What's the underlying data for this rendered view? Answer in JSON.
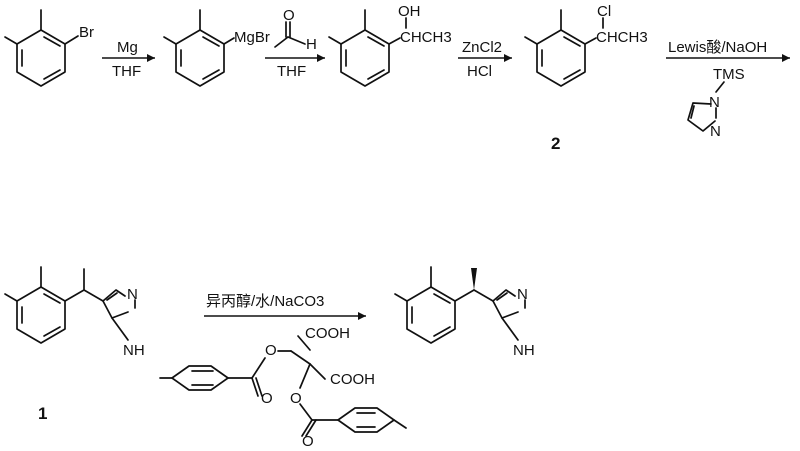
{
  "row1": {
    "bromide": {
      "br_label": "Br"
    },
    "step1": {
      "reagent_above": "Mg",
      "reagent_below": "THF"
    },
    "grignard": {
      "mgbr_label": "MgBr"
    },
    "step2": {
      "carbonyl_o": "O",
      "aldehyde_h": "H",
      "reagent_below": "THF"
    },
    "alcohol": {
      "oh_label": "OH",
      "chain_label": "CHCH3"
    },
    "step3": {
      "reagent_above": "ZnCl2",
      "reagent_below": "HCl"
    },
    "chloride": {
      "cl_label": "Cl",
      "chain_label": "CHCH3",
      "compound_number": "2"
    },
    "step4": {
      "reagent_above": "Lewis酸/NaOH",
      "tms_label": "TMS",
      "imidazole_n1": "N",
      "imidazole_n3": "N"
    }
  },
  "row2": {
    "racemate": {
      "n_label": "N",
      "nh_label": "NH",
      "compound_number": "1"
    },
    "resolution": {
      "reagent_above": "异丙醇/水/NaCO3",
      "acid_cooh_top": "COOH",
      "acid_cooh_bottom": "COOH",
      "ester_o_1": "O",
      "ester_o_2": "O",
      "carbonyl_o_1": "O",
      "carbonyl_o_2": "O"
    },
    "product": {
      "n_label": "N",
      "nh_label": "NH"
    }
  }
}
